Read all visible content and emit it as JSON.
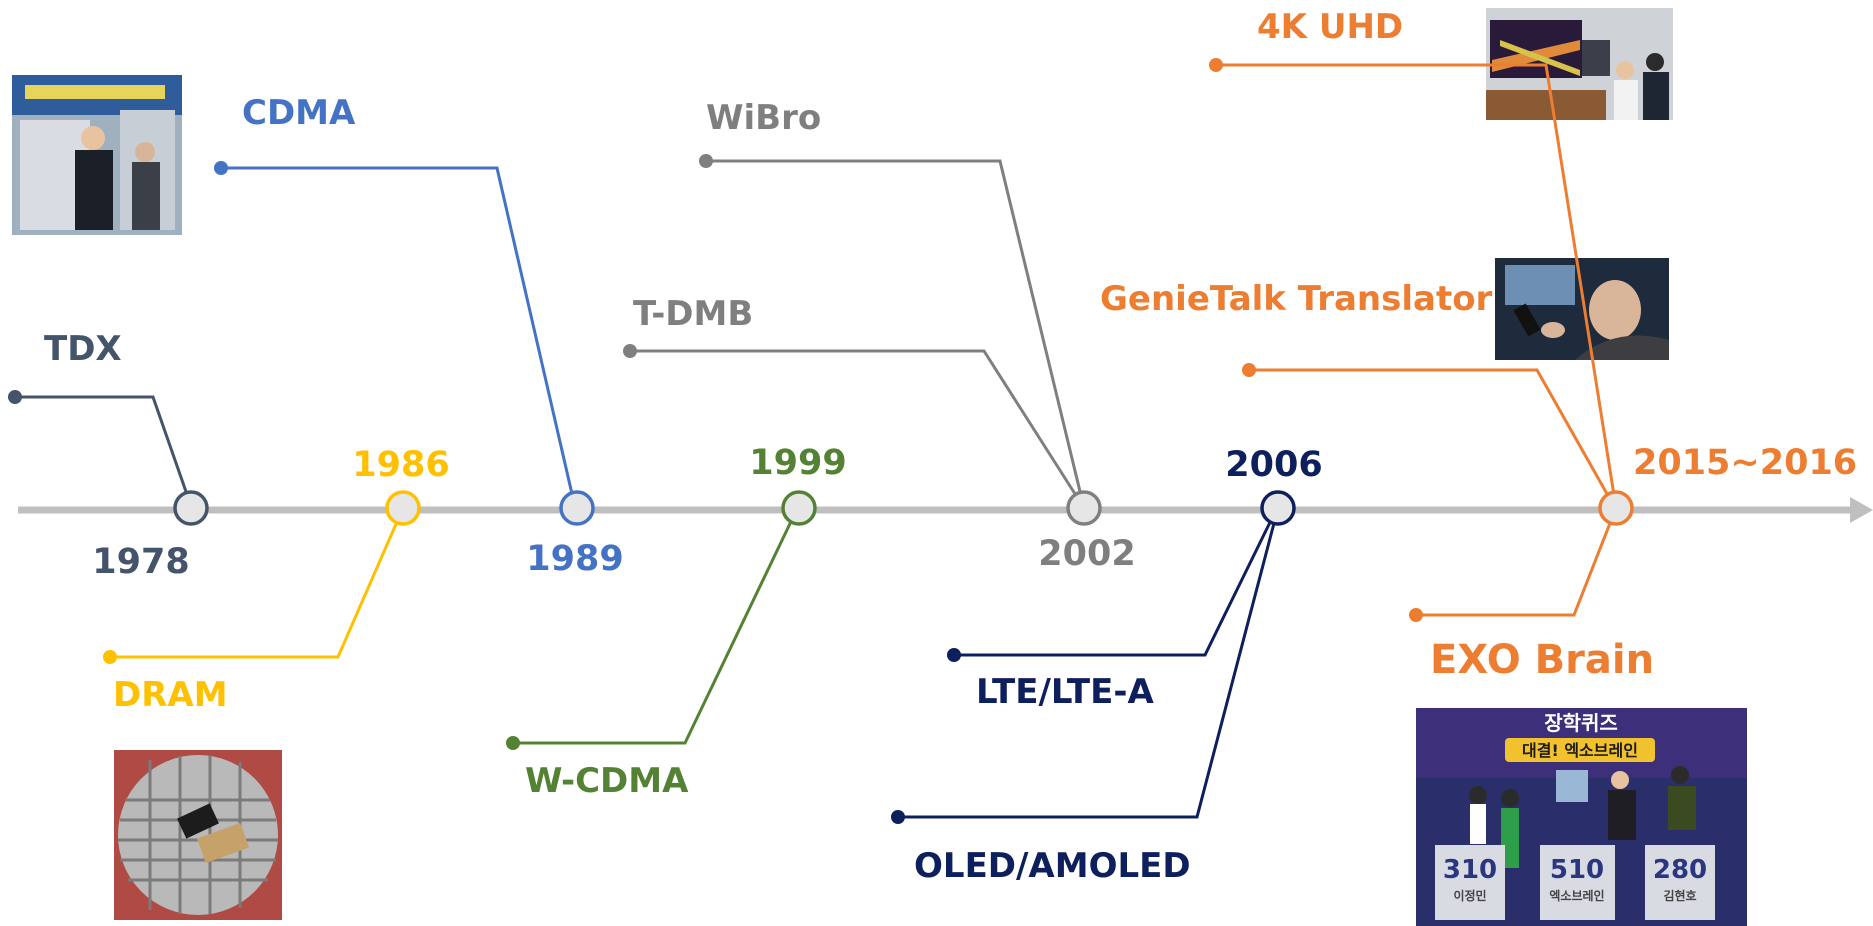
{
  "colors": {
    "axis": "#bfbfbf",
    "slate": "#44546a",
    "yellow": "#ffc000",
    "blue": "#4472c4",
    "green": "#548235",
    "gray": "#7f7f7f",
    "navy": "#0d1f5c",
    "orange": "#ed7d31",
    "node_fill": "#e6e6e6"
  },
  "years": {
    "y1978": "1978",
    "y1986": "1986",
    "y1989": "1989",
    "y1999": "1999",
    "y2002": "2002",
    "y2006": "2006",
    "y2015": "2015~2016"
  },
  "technologies": {
    "tdx": "TDX",
    "dram": "DRAM",
    "cdma": "CDMA",
    "wcdma": "W-CDMA",
    "wibro": "WiBro",
    "tdmb": "T-DMB",
    "lte": "LTE/LTE-A",
    "oled": "OLED/AMOLED",
    "uhd": "4K UHD",
    "genietalk": "GenieTalk Translator",
    "exobrain": "EXO Brain"
  },
  "photos": {
    "cdma_photo": "photo-icon",
    "dram_photo": "wafer-icon",
    "uhd_photo": "photo-icon",
    "genietalk_photo": "photo-icon",
    "exobrain_photo": "photo-icon"
  },
  "exobrain_sign": {
    "title": "장학퀴즈",
    "subtitle": "대결! 엑소브레인",
    "score_left": "310",
    "score_mid": "510",
    "score_right": "280",
    "name_left": "이정민",
    "name_mid": "엑소브레인",
    "name_right": "김현호"
  }
}
